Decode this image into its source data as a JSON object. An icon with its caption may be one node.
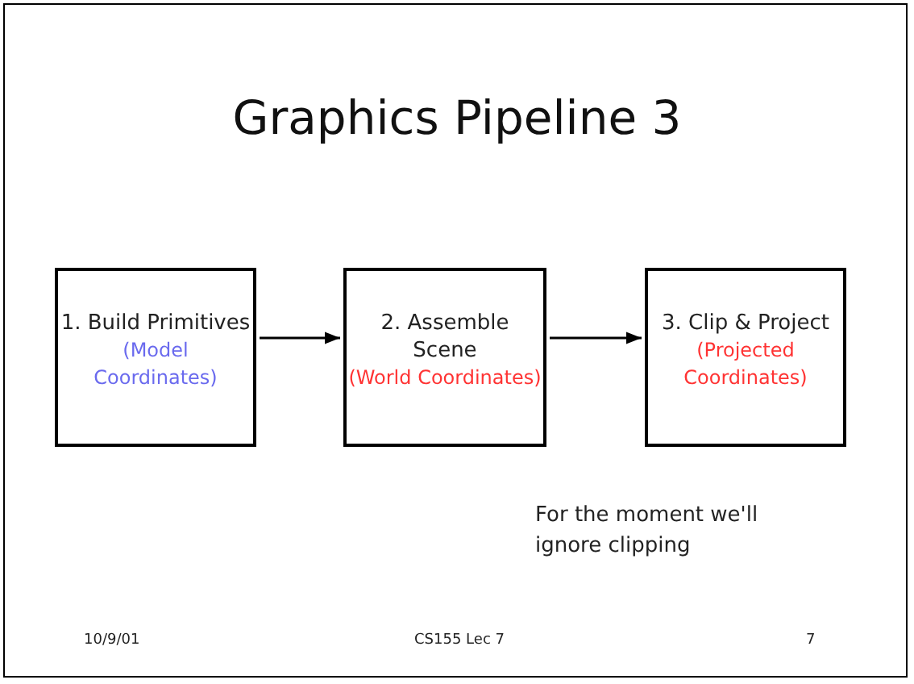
{
  "diagram": {
    "title": "Graphics Pipeline 3",
    "nodes": [
      {
        "text": [
          "1. Build Primitives",
          "(Model Coordinates)"
        ]
      },
      {
        "text": [
          "2. Assemble Scene",
          "(World Coordinates)"
        ]
      },
      {
        "text": [
          "3. Clip & Project",
          "(Projected Coordinates)"
        ]
      }
    ],
    "edges": [
      {
        "from": 0,
        "to": 1,
        "arrow": "to"
      },
      {
        "from": 1,
        "to": 2,
        "arrow": "to"
      }
    ],
    "labels": [
      "For the moment we'll ignore clipping",
      "10/9/01",
      "CS155 Lec 7",
      "7"
    ]
  }
}
